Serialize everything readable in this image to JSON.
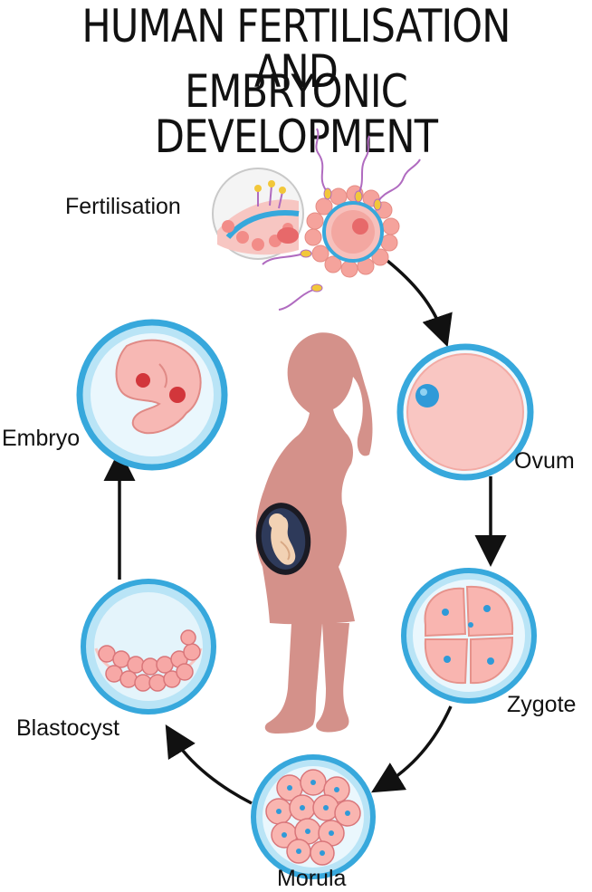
{
  "title": {
    "line1": "HUMAN FERTILISATION AND",
    "line2": "EMBRYONIC DEVELOPMENT"
  },
  "stages": {
    "fertilisation": "Fertilisation",
    "ovum": "Ovum",
    "zygote": "Zygote",
    "morula": "Morula",
    "blastocyst": "Blastocyst",
    "embryo": "Embryo"
  },
  "colors": {
    "cell_fill": "#f6b7b4",
    "membrane_blue": "#37a8dc",
    "membrane_light": "#b9e4f6",
    "nucleus_blue": "#2f9ad8",
    "silhouette": "#d4918a",
    "sperm_purple": "#b06bc0",
    "arrow": "#111111"
  }
}
